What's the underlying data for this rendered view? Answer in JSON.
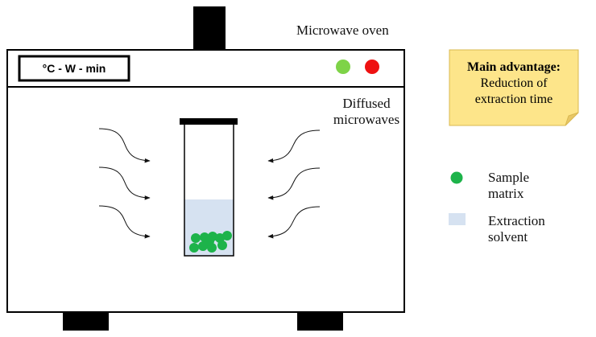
{
  "oven": {
    "title": "Microwave oven",
    "display": "°C - W - min",
    "indicator_colors": {
      "green": "#7ed348",
      "red": "#ee1111"
    }
  },
  "waves": {
    "label_line1": "Diffused",
    "label_line2": "microwaves"
  },
  "note": {
    "title": "Main advantage:",
    "line1": "Reduction of",
    "line2": "extraction time",
    "background": "#fde58a"
  },
  "legend": {
    "sample": {
      "line1": "Sample",
      "line2": "matrix",
      "color": "#1db34a"
    },
    "solvent": {
      "line1": "Extraction",
      "line2": "solvent",
      "color": "#d6e2f1"
    }
  }
}
